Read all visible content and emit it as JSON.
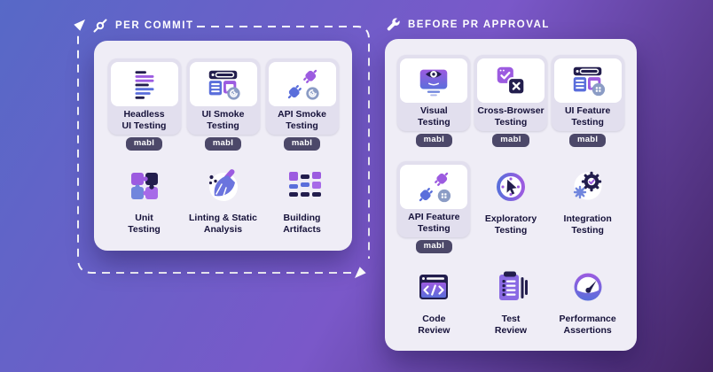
{
  "panels": [
    {
      "title": "PER COMMIT",
      "icon": "commit-icon",
      "items": [
        {
          "label_lines": [
            "Headless",
            "UI Testing"
          ],
          "icon": "headless-ui-testing-icon",
          "tag": "mabl"
        },
        {
          "label_lines": [
            "UI Smoke",
            "Testing"
          ],
          "icon": "ui-smoke-testing-icon",
          "tag": "mabl"
        },
        {
          "label_lines": [
            "API Smoke",
            "Testing"
          ],
          "icon": "api-smoke-testing-icon",
          "tag": "mabl"
        },
        {
          "label_lines": [
            "Unit",
            "Testing"
          ],
          "icon": "unit-testing-icon"
        },
        {
          "label_lines": [
            "Linting & Static",
            "Analysis"
          ],
          "icon": "linting-static-analysis-icon"
        },
        {
          "label_lines": [
            "Building",
            "Artifacts"
          ],
          "icon": "building-artifacts-icon"
        }
      ]
    },
    {
      "title": "BEFORE PR APPROVAL",
      "icon": "wrench-icon",
      "items": [
        {
          "label_lines": [
            "Visual",
            "Testing"
          ],
          "icon": "visual-testing-icon",
          "tag": "mabl"
        },
        {
          "label_lines": [
            "Cross-Browser",
            "Testing"
          ],
          "icon": "cross-browser-testing-icon",
          "tag": "mabl"
        },
        {
          "label_lines": [
            "UI Feature",
            "Testing"
          ],
          "icon": "ui-feature-testing-icon",
          "tag": "mabl"
        },
        {
          "label_lines": [
            "API Feature",
            "Testing"
          ],
          "icon": "api-feature-testing-icon",
          "tag": "mabl"
        },
        {
          "label_lines": [
            "Exploratory",
            "Testing"
          ],
          "icon": "exploratory-testing-icon"
        },
        {
          "label_lines": [
            "Integration",
            "Testing"
          ],
          "icon": "integration-testing-icon"
        },
        {
          "label_lines": [
            "Code",
            "Review"
          ],
          "icon": "code-review-icon"
        },
        {
          "label_lines": [
            "Test",
            "Review"
          ],
          "icon": "test-review-icon"
        },
        {
          "label_lines": [
            "Performance",
            "Assertions"
          ],
          "icon": "performance-assertions-icon"
        }
      ]
    }
  ],
  "colors": {
    "bg_top_left": "#5769c7",
    "bg_mid": "#7a58c9",
    "bg_bottom_right": "#432465",
    "panel": "#efedf6",
    "card": "#e2dfee",
    "pill": "#4c4869",
    "label_text": "#16123a",
    "icon_dark": "#221d4d",
    "icon_purple": "#9c5be0",
    "icon_blue": "#5a6edb",
    "badge_circle": "#8b9cc5",
    "dashed_line": "#ffffff"
  }
}
